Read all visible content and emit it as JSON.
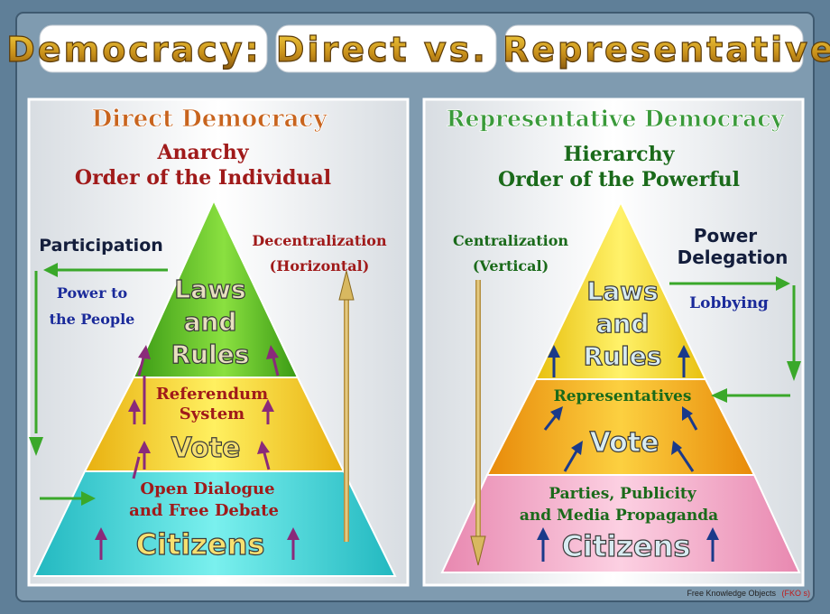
{
  "title": "Democracy: Direct vs. Representative",
  "left": {
    "heading": "Direct Democracy",
    "subtitle_line1": "Anarchy",
    "subtitle_line2": "Order of the Individual",
    "participation": "Participation",
    "power_line1": "Power to",
    "power_line2": "the People",
    "decentral_line1": "Decentralization",
    "decentral_line2": "(Horizontal)",
    "laws_line1": "Laws",
    "laws_line2": "and",
    "laws_line3": "Rules",
    "referendum_line1": "Referendum",
    "referendum_line2": "System",
    "vote": "Vote",
    "dialogue_line1": "Open Dialogue",
    "dialogue_line2": "and Free Debate",
    "citizens": "Citizens"
  },
  "right": {
    "heading": "Representative Democracy",
    "subtitle_line1": "Hierarchy",
    "subtitle_line2": "Order of the Powerful",
    "central_line1": "Centralization",
    "central_line2": "(Vertical)",
    "power_line1": "Power",
    "power_line2": "Delegation",
    "lobbying": "Lobbying",
    "laws_line1": "Laws",
    "laws_line2": "and",
    "laws_line3": "Rules",
    "representatives": "Representatives",
    "vote": "Vote",
    "parties_line1": "Parties, Publicity",
    "parties_line2": "and Media Propaganda",
    "citizens": "Citizens"
  },
  "credit": "Free Knowledge Objects",
  "credit_tag": "(FKO s)",
  "colors": {
    "border": "#5f7f98",
    "title_gold": "#c89a1e",
    "direct_heading": "#c8641e",
    "direct_text": "#a01a1a",
    "rep_heading": "#3a9a3a",
    "rep_text": "#1a6a1a",
    "navy": "#1a2a9a",
    "green_arrow": "#3aa82a",
    "purple_arrow": "#8a2a7a",
    "blue_arrow": "#1a3a8a",
    "top_green": "#6ac828",
    "top_yellow": "#f4e030",
    "mid_yellow": "#f6d21e",
    "mid_orange": "#f2a818",
    "base_cyan": "#3cd8d8",
    "base_pink": "#f4a8c8"
  }
}
